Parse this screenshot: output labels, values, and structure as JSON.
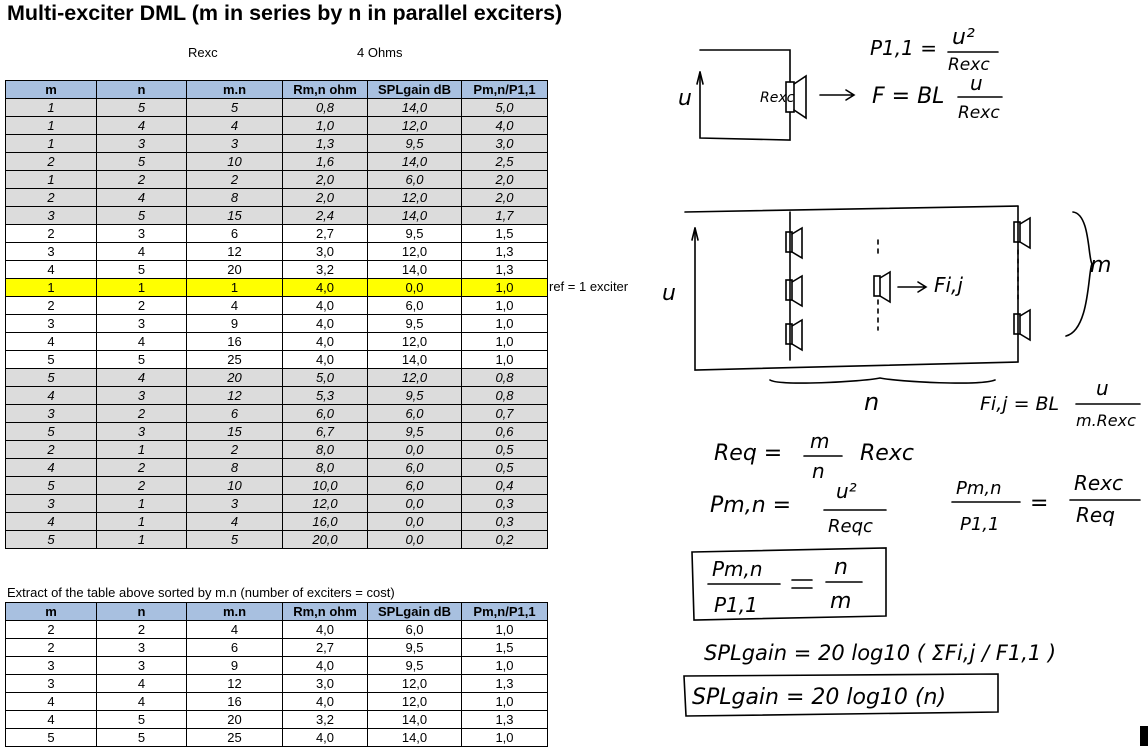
{
  "title": "Multi-exciter DML (m in series by n in parallel exciters)",
  "rexc": {
    "label": "Rexc",
    "value": "4 Ohms"
  },
  "columns": [
    "m",
    "n",
    "m.n",
    "Rm,n ohm",
    "SPLgain dB",
    "Pm,n/P1,1"
  ],
  "main_rows": [
    {
      "style": "gray",
      "cells": [
        "1",
        "5",
        "5",
        "0,8",
        "14,0",
        "5,0"
      ]
    },
    {
      "style": "gray",
      "cells": [
        "1",
        "4",
        "4",
        "1,0",
        "12,0",
        "4,0"
      ]
    },
    {
      "style": "gray",
      "cells": [
        "1",
        "3",
        "3",
        "1,3",
        "9,5",
        "3,0"
      ]
    },
    {
      "style": "gray",
      "cells": [
        "2",
        "5",
        "10",
        "1,6",
        "14,0",
        "2,5"
      ]
    },
    {
      "style": "gray",
      "cells": [
        "1",
        "2",
        "2",
        "2,0",
        "6,0",
        "2,0"
      ]
    },
    {
      "style": "gray",
      "cells": [
        "2",
        "4",
        "8",
        "2,0",
        "12,0",
        "2,0"
      ]
    },
    {
      "style": "gray",
      "cells": [
        "3",
        "5",
        "15",
        "2,4",
        "14,0",
        "1,7"
      ]
    },
    {
      "style": "white",
      "cells": [
        "2",
        "3",
        "6",
        "2,7",
        "9,5",
        "1,5"
      ]
    },
    {
      "style": "white",
      "cells": [
        "3",
        "4",
        "12",
        "3,0",
        "12,0",
        "1,3"
      ]
    },
    {
      "style": "white",
      "cells": [
        "4",
        "5",
        "20",
        "3,2",
        "14,0",
        "1,3"
      ]
    },
    {
      "style": "ref",
      "cells": [
        "1",
        "1",
        "1",
        "4,0",
        "0,0",
        "1,0"
      ]
    },
    {
      "style": "white",
      "cells": [
        "2",
        "2",
        "4",
        "4,0",
        "6,0",
        "1,0"
      ]
    },
    {
      "style": "white",
      "cells": [
        "3",
        "3",
        "9",
        "4,0",
        "9,5",
        "1,0"
      ]
    },
    {
      "style": "white",
      "cells": [
        "4",
        "4",
        "16",
        "4,0",
        "12,0",
        "1,0"
      ]
    },
    {
      "style": "white",
      "cells": [
        "5",
        "5",
        "25",
        "4,0",
        "14,0",
        "1,0"
      ]
    },
    {
      "style": "gray",
      "cells": [
        "5",
        "4",
        "20",
        "5,0",
        "12,0",
        "0,8"
      ]
    },
    {
      "style": "gray",
      "cells": [
        "4",
        "3",
        "12",
        "5,3",
        "9,5",
        "0,8"
      ]
    },
    {
      "style": "gray",
      "cells": [
        "3",
        "2",
        "6",
        "6,0",
        "6,0",
        "0,7"
      ]
    },
    {
      "style": "gray",
      "cells": [
        "5",
        "3",
        "15",
        "6,7",
        "9,5",
        "0,6"
      ]
    },
    {
      "style": "gray",
      "cells": [
        "2",
        "1",
        "2",
        "8,0",
        "0,0",
        "0,5"
      ]
    },
    {
      "style": "gray",
      "cells": [
        "4",
        "2",
        "8",
        "8,0",
        "6,0",
        "0,5"
      ]
    },
    {
      "style": "gray",
      "cells": [
        "5",
        "2",
        "10",
        "10,0",
        "6,0",
        "0,4"
      ]
    },
    {
      "style": "gray",
      "cells": [
        "3",
        "1",
        "3",
        "12,0",
        "0,0",
        "0,3"
      ]
    },
    {
      "style": "gray",
      "cells": [
        "4",
        "1",
        "4",
        "16,0",
        "0,0",
        "0,3"
      ]
    },
    {
      "style": "gray",
      "cells": [
        "5",
        "1",
        "5",
        "20,0",
        "0,0",
        "0,2"
      ]
    }
  ],
  "ref_note": "ref = 1 exciter",
  "extract_caption": "Extract of the table above sorted by m.n (number of exciters = cost)",
  "extract_rows": [
    {
      "style": "white",
      "cells": [
        "2",
        "2",
        "4",
        "4,0",
        "6,0",
        "1,0"
      ]
    },
    {
      "style": "white",
      "cells": [
        "2",
        "3",
        "6",
        "2,7",
        "9,5",
        "1,5"
      ]
    },
    {
      "style": "white",
      "cells": [
        "3",
        "3",
        "9",
        "4,0",
        "9,5",
        "1,0"
      ]
    },
    {
      "style": "white",
      "cells": [
        "3",
        "4",
        "12",
        "3,0",
        "12,0",
        "1,3"
      ]
    },
    {
      "style": "white",
      "cells": [
        "4",
        "4",
        "16",
        "4,0",
        "12,0",
        "1,0"
      ]
    },
    {
      "style": "white",
      "cells": [
        "4",
        "5",
        "20",
        "3,2",
        "14,0",
        "1,3"
      ]
    },
    {
      "style": "white",
      "cells": [
        "5",
        "5",
        "25",
        "4,0",
        "14,0",
        "1,0"
      ]
    }
  ],
  "sketch": {
    "p11_lhs": "P1,1 =",
    "u2": "u²",
    "rexc_den": "Rexc",
    "u": "u",
    "rexc_box": "Rexc",
    "force": "F = BL",
    "fij": "Fi,j",
    "m": "m",
    "n": "n",
    "fij_eq": "Fi,j = BL",
    "m_rexc": "m.Rexc",
    "req_lhs": "Req =",
    "m_over": "m",
    "n_under": "n",
    "rexc_r": "Rexc",
    "pmn_lhs": "Pm,n =",
    "req_den": "Reqc",
    "ratio_num": "Pm,n",
    "ratio_den": "P1,1",
    "ratio_eq": "=",
    "ratio_rexc": "Rexc",
    "ratio_req": "Req",
    "boxed_num": "Pm,n",
    "boxed_den": "P1,1",
    "boxed_n": "n",
    "boxed_m": "m",
    "spl1": "SPLgain = 20 log10 ( ΣFi,j / F1,1 )",
    "spl2": "SPLgain = 20 log10 (n)"
  }
}
